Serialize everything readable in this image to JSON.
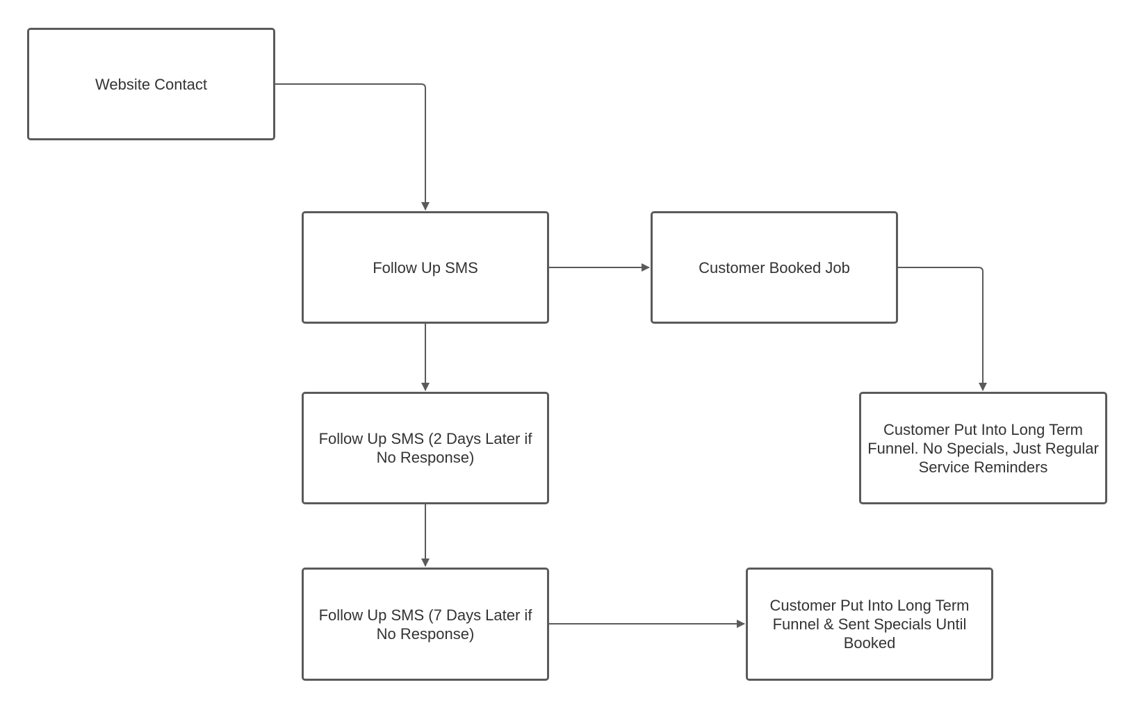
{
  "diagram": {
    "type": "flowchart",
    "colors": {
      "stroke": "#5a5a5a",
      "text": "#333333",
      "background": "#ffffff"
    },
    "nodes": [
      {
        "id": "website-contact",
        "label": "Website Contact"
      },
      {
        "id": "follow-up-sms",
        "label": "Follow Up SMS"
      },
      {
        "id": "customer-booked-job",
        "label": "Customer Booked Job"
      },
      {
        "id": "follow-up-sms-2-days",
        "label": "Follow Up SMS (2 Days Later if No Response)"
      },
      {
        "id": "long-term-funnel-reminders",
        "label": "Customer Put Into Long Term Funnel. No Specials, Just Regular Service Reminders"
      },
      {
        "id": "follow-up-sms-7-days",
        "label": "Follow Up SMS (7 Days Later if No Response)"
      },
      {
        "id": "long-term-funnel-specials",
        "label": "Customer Put Into Long Term Funnel & Sent Specials Until Booked"
      }
    ],
    "edges": [
      {
        "from": "website-contact",
        "to": "follow-up-sms"
      },
      {
        "from": "follow-up-sms",
        "to": "customer-booked-job"
      },
      {
        "from": "customer-booked-job",
        "to": "long-term-funnel-reminders"
      },
      {
        "from": "follow-up-sms",
        "to": "follow-up-sms-2-days"
      },
      {
        "from": "follow-up-sms-2-days",
        "to": "follow-up-sms-7-days"
      },
      {
        "from": "follow-up-sms-7-days",
        "to": "long-term-funnel-specials"
      }
    ]
  }
}
